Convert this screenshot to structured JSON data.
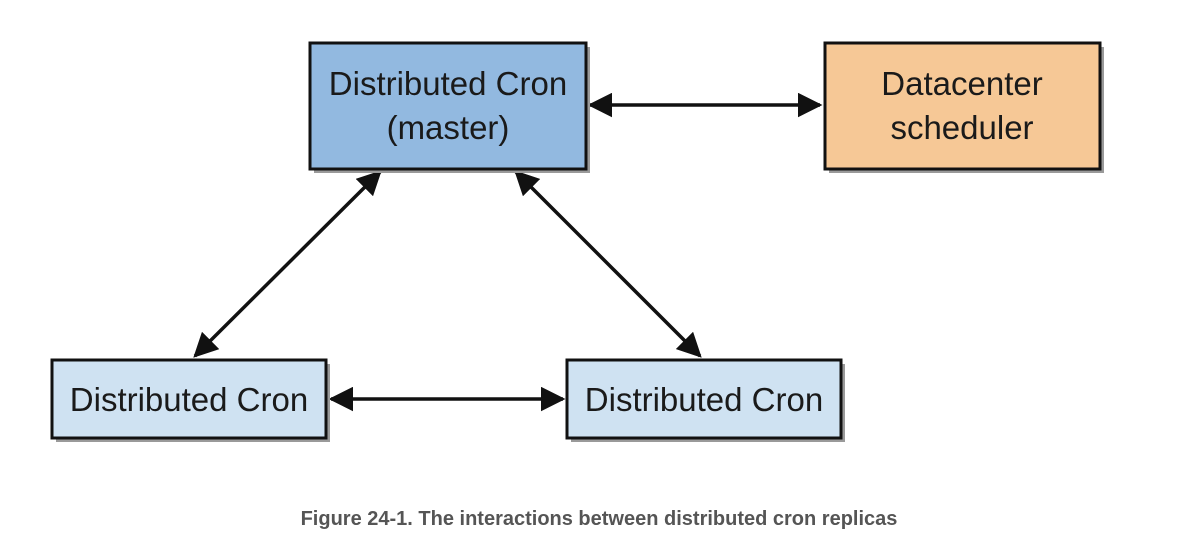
{
  "diagram": {
    "nodes": {
      "master": {
        "line1": "Distributed Cron",
        "line2": "(master)",
        "fill": "#92b9e0"
      },
      "scheduler": {
        "line1": "Datacenter",
        "line2": "scheduler",
        "fill": "#f6c896"
      },
      "replica_left": {
        "label": "Distributed Cron",
        "fill": "#cfe2f2"
      },
      "replica_right": {
        "label": "Distributed Cron",
        "fill": "#cfe2f2"
      }
    },
    "edges": [
      {
        "from": "master",
        "to": "scheduler",
        "direction": "bidirectional"
      },
      {
        "from": "master",
        "to": "replica_left",
        "direction": "bidirectional"
      },
      {
        "from": "master",
        "to": "replica_right",
        "direction": "bidirectional"
      },
      {
        "from": "replica_left",
        "to": "replica_right",
        "direction": "bidirectional"
      }
    ]
  },
  "caption": "Figure 24-1. The interactions between distributed cron replicas",
  "colors": {
    "border": "#111111",
    "shadow": "#9a9a9a",
    "arrow": "#111111",
    "caption": "#555555"
  }
}
